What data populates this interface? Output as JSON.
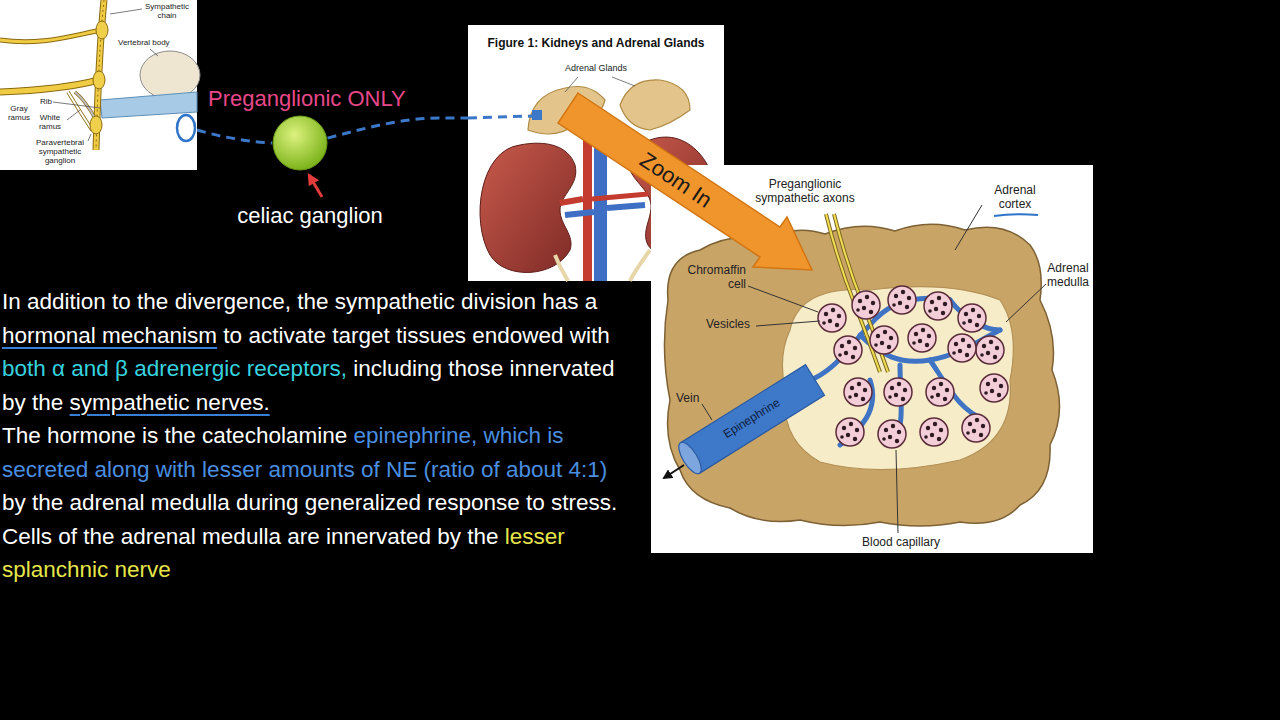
{
  "diagram": {
    "nodes": [
      {
        "text": [
          "celiac ganglion"
        ]
      },
      {
        "text": [
          "Figure 1: Kidneys and Adrenal Glands"
        ]
      }
    ],
    "edges": [
      {
        "from": 0,
        "to": 1,
        "arrow": "none"
      }
    ],
    "labels": [
      "Sympathetic chain",
      "Vertebral body",
      "Rib",
      "Gray ramus",
      "White ramus",
      "Paravertebral sympathetic ganglion",
      "Preganglionic ONLY",
      "Adrenal Glands",
      "Zoom In",
      "Preganglionic sympathetic axons",
      "Adrenal cortex",
      "Adrenal medulla",
      "Chromaffin cell",
      "Vesicles",
      "Vein",
      "Epinephrine",
      "Blood capillary",
      "In addition to the divergence, the sympathetic division has a",
      "hormonal mechanism",
      "to activate target tissues endowed with",
      "both α and β adrenergic receptors,",
      "including those innervated by the",
      "sympathetic nerves.",
      "The hormone is the catecholamine",
      "epinephrine, which is secreted along with lesser amounts of NE (ratio of about 4:1)",
      "by the adrenal medulla during generalized response to stress.",
      "Cells of the adrenal medulla are innervated by the",
      "lesser splanchnic nerve"
    ]
  }
}
